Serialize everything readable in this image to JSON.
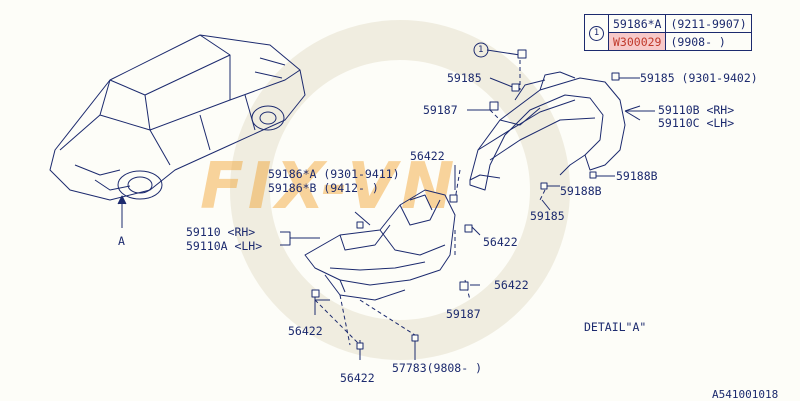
{
  "diagram_id": "A541001018",
  "detail_label": "DETAIL\"A\"",
  "view_marker": "A",
  "watermark": "FIX-VN",
  "reference_table": {
    "marker": "1",
    "rows": [
      {
        "part": "59186*A",
        "range": "(9211-9907)",
        "highlight": false
      },
      {
        "part": "W300029",
        "range": "(9908-    )",
        "highlight": true
      }
    ]
  },
  "callouts": {
    "p59185_top": "59185",
    "p59185_right": "59185 (9301-9402)",
    "p59187_top": "59187",
    "p59110b": "59110B <RH>",
    "p59110c": "59110C <LH>",
    "p59188b_a": "59188B",
    "p59188b_b": "59188B",
    "p59185_mid": "59185",
    "p56422_top": "56422",
    "p59186a": "59186*A (9301-9411)",
    "p59186b": "59186*B (9412-   )",
    "p59110": "59110 <RH>",
    "p59110a": "59110A <LH>",
    "p56422_mid": "56422",
    "p56422_right": "56422",
    "p59187_low": "59187",
    "p56422_left": "56422",
    "p56422_bottom": "56422",
    "p57783": "57783(9808-    )",
    "circle_ref": "1"
  },
  "colors": {
    "line": "#1c2a6e",
    "highlight": "#c0392b",
    "watermark": "#f2a12c"
  }
}
